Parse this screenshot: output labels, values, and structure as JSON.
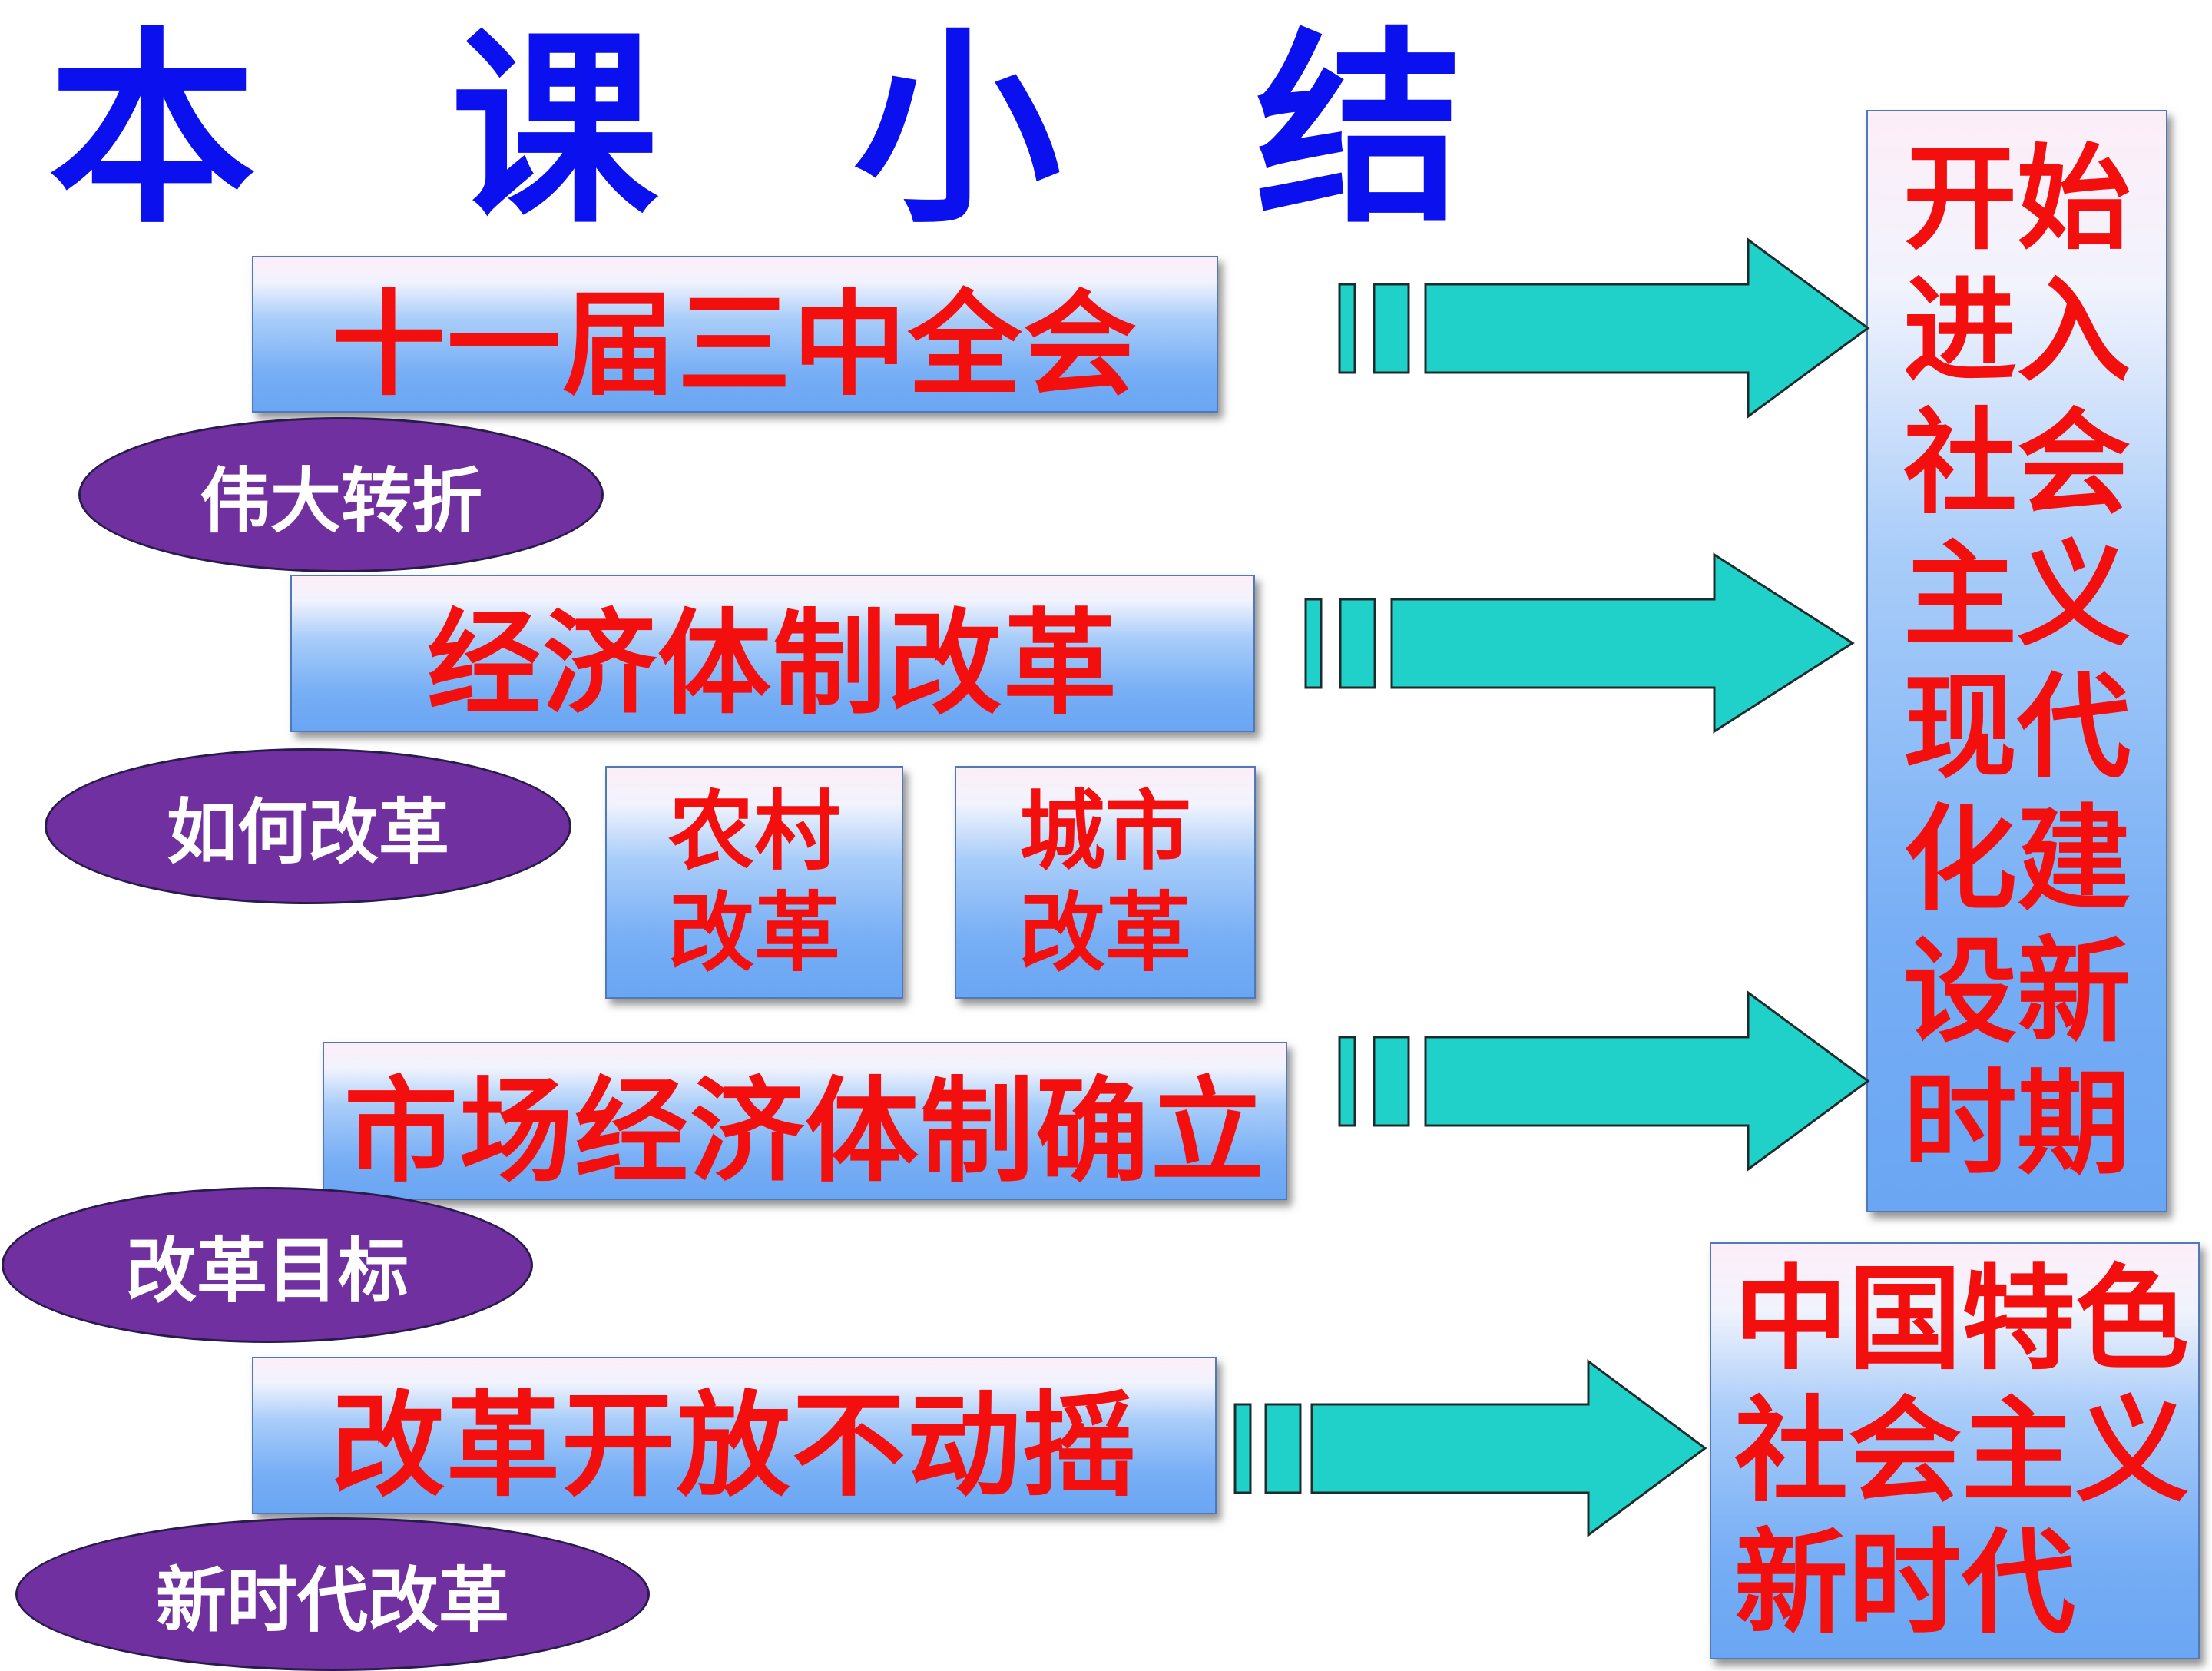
{
  "title": "本 课 小 结",
  "rows": {
    "plenum": "十一届三中全会",
    "econ_reform": "经济体制改革",
    "market": "市场经济体制确立",
    "steadfast": "改革开放不动摇"
  },
  "sub_boxes": {
    "rural": "农村\n改革",
    "urban": "城市\n改革"
  },
  "ellipses": {
    "turning_point": "伟大转折",
    "how_reform": "如何改革",
    "reform_goal": "改革目标",
    "new_era_reform": "新时代改革"
  },
  "outcomes": {
    "new_period": [
      "开始",
      "进入",
      "社会",
      "主义",
      "现代",
      "化建",
      "设新",
      "时期"
    ],
    "new_era": [
      "中国特色",
      "社会主义",
      "新时代"
    ]
  },
  "colors": {
    "title": "#0a10ee",
    "box_text": "#f40f0f",
    "ellipse_fill": "#7030a0",
    "arrow_fill": "#1fd1c9"
  }
}
